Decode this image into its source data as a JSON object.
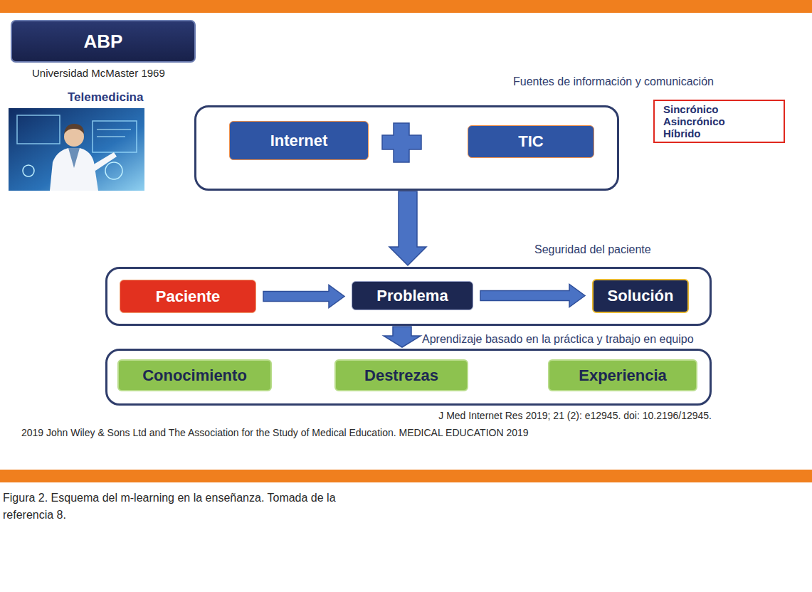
{
  "diagram": {
    "caption": "Figura 2. Esquema del m-learning en la enseñanza. Tomada de la referencia 8.",
    "nodes": [
      {
        "text": [
          "ABP"
        ]
      },
      {
        "text": [
          "Fuentes de información y comunicación"
        ]
      },
      {
        "text": [
          "Internet"
        ],
        "in": 1
      },
      {
        "text": [
          "TIC"
        ],
        "in": 1
      },
      {
        "text": [
          "Sincrónico",
          "Asincrónico",
          "Híbrido"
        ]
      },
      {
        "text": [
          "Seguridad del paciente"
        ]
      },
      {
        "text": [
          "Paciente"
        ],
        "in": 5
      },
      {
        "text": [
          "Problema"
        ],
        "in": 5
      },
      {
        "text": [
          "Solución"
        ],
        "in": 5
      },
      {
        "text": [
          "Aprendizaje basado en la práctica y trabajo en equipo"
        ]
      },
      {
        "text": [
          "Conocimiento"
        ],
        "in": 9
      },
      {
        "text": [
          "Destrezas"
        ],
        "in": 9
      },
      {
        "text": [
          "Experiencia"
        ],
        "in": 9
      }
    ],
    "edges": [
      {
        "from": 1,
        "to": 5,
        "arrow": "to"
      },
      {
        "from": 6,
        "to": 7,
        "arrow": "to"
      },
      {
        "from": 7,
        "to": 8,
        "arrow": "to"
      },
      {
        "from": 5,
        "to": 9,
        "arrow": "to"
      }
    ],
    "labels": [
      "Universidad McMaster 1969",
      "Telemedicina",
      "J Med Internet Res 2019; 21 (2): e12945. doi: 10.2196/12945.",
      "2019 John Wiley & Sons Ltd and The Association for the Study of Medical Education. MEDICAL EDUCATION 2019"
    ]
  }
}
